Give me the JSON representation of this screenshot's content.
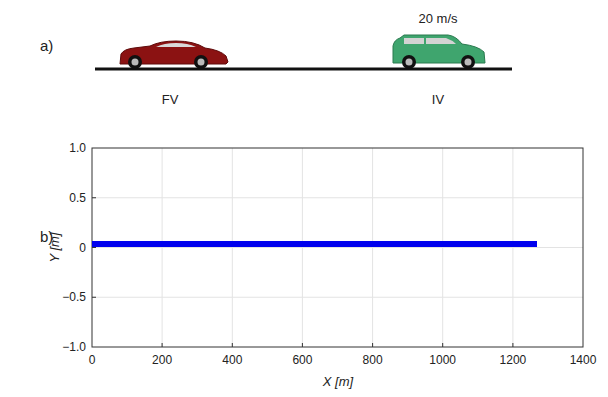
{
  "diagram": {
    "labels": [
      "a)",
      "20 m/s",
      "FV",
      "IV",
      "b)",
      "1.0",
      "0.5",
      "0",
      "−0.5",
      "−1.0",
      "0",
      "200",
      "400",
      "600",
      "800",
      "1000",
      "1200",
      "1400",
      "X [m]",
      "Y [m]"
    ]
  }
}
